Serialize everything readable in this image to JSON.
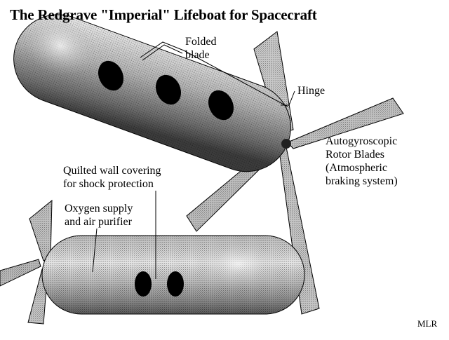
{
  "title": "The Redgrave \"Imperial\" Lifeboat for Spacecraft",
  "labels": {
    "folded_blade": [
      "Folded",
      "blade"
    ],
    "hinge": "Hinge",
    "rotor": [
      "Autogyroscopic",
      "Rotor Blades",
      "(Atmospheric",
      "braking system)"
    ],
    "quilted": [
      "Quilted wall covering",
      "for shock protection"
    ],
    "oxygen": [
      "Oxygen supply",
      "and air purifier"
    ],
    "credit": "MLR"
  },
  "colors": {
    "background": "#ffffff",
    "ink": "#000000",
    "hull_light": "#e8e8e8",
    "hull_mid": "#a0a0a0",
    "hull_dark": "#505050",
    "blade": "#c4c4c4",
    "window": "#000000"
  }
}
